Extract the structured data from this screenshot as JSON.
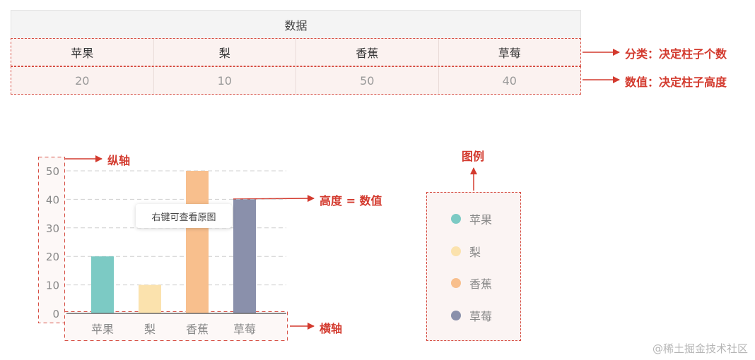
{
  "table": {
    "title": "数据",
    "categories": [
      "苹果",
      "梨",
      "香蕉",
      "草莓"
    ],
    "values": [
      "20",
      "10",
      "50",
      "40"
    ]
  },
  "annotations": {
    "category_note": "分类：决定柱子个数",
    "value_note": "数值：决定柱子高度",
    "y_axis": "纵轴",
    "x_axis": "横轴",
    "height_equals_value": "高度 = 数值",
    "legend": "图例"
  },
  "tooltip": "右键可查看原图",
  "watermark": "@稀土掘金技术社区",
  "legend_items": [
    {
      "label": "苹果",
      "color": "#7ccac4"
    },
    {
      "label": "梨",
      "color": "#fbe2ad"
    },
    {
      "label": "香蕉",
      "color": "#f8bf8d"
    },
    {
      "label": "草莓",
      "color": "#8a90ab"
    }
  ],
  "colors": {
    "accent_red": "#d33a2e",
    "dashed_border": "#d64d42"
  },
  "chart_data": {
    "type": "bar",
    "categories": [
      "苹果",
      "梨",
      "香蕉",
      "草莓"
    ],
    "values": [
      20,
      10,
      50,
      40
    ],
    "colors": [
      "#7ccac4",
      "#fbe2ad",
      "#f8bf8d",
      "#8a90ab"
    ],
    "yticks": [
      0,
      10,
      20,
      30,
      40,
      50
    ],
    "ylim": [
      0,
      50
    ],
    "grid": true,
    "title": "",
    "xlabel": "",
    "ylabel": ""
  }
}
